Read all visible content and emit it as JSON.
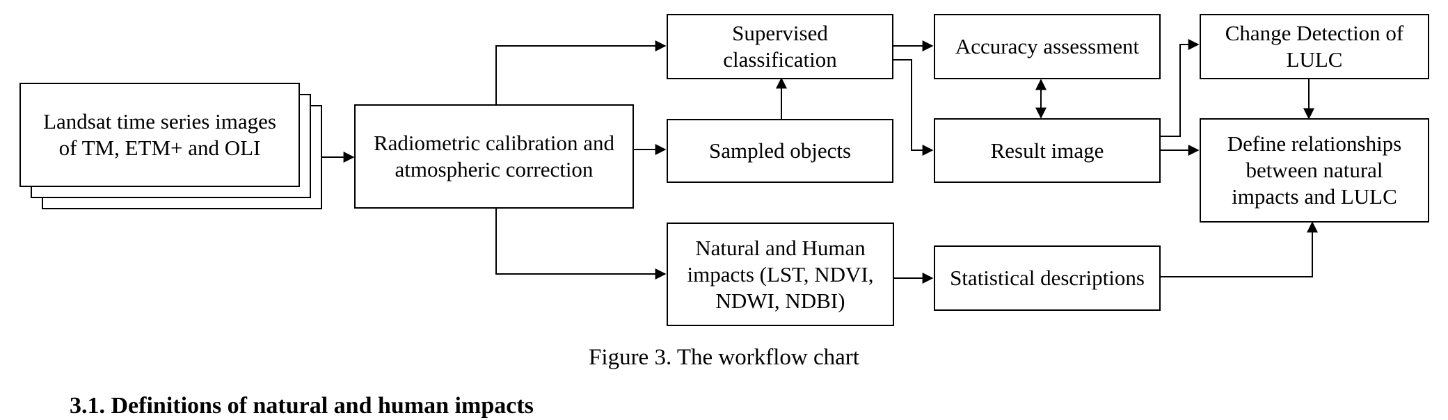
{
  "nodes": {
    "landsat": "Landsat time series images\nof TM, ETM+ and OLI",
    "radiometric": "Radiometric calibration and\natmospheric correction",
    "supervised": "Supervised\nclassification",
    "sampled": "Sampled objects",
    "impacts": "Natural and Human\nimpacts (LST, NDVI,\nNDWI, NDBI)",
    "accuracy": "Accuracy assessment",
    "result": "Result image",
    "statistical": "Statistical descriptions",
    "change": "Change Detection of\nLULC",
    "define": "Define relationships\nbetween natural\nimpacts and LULC"
  },
  "caption": "Figure 3. The workflow chart",
  "section_heading": "3.1. Definitions of natural and human impacts"
}
